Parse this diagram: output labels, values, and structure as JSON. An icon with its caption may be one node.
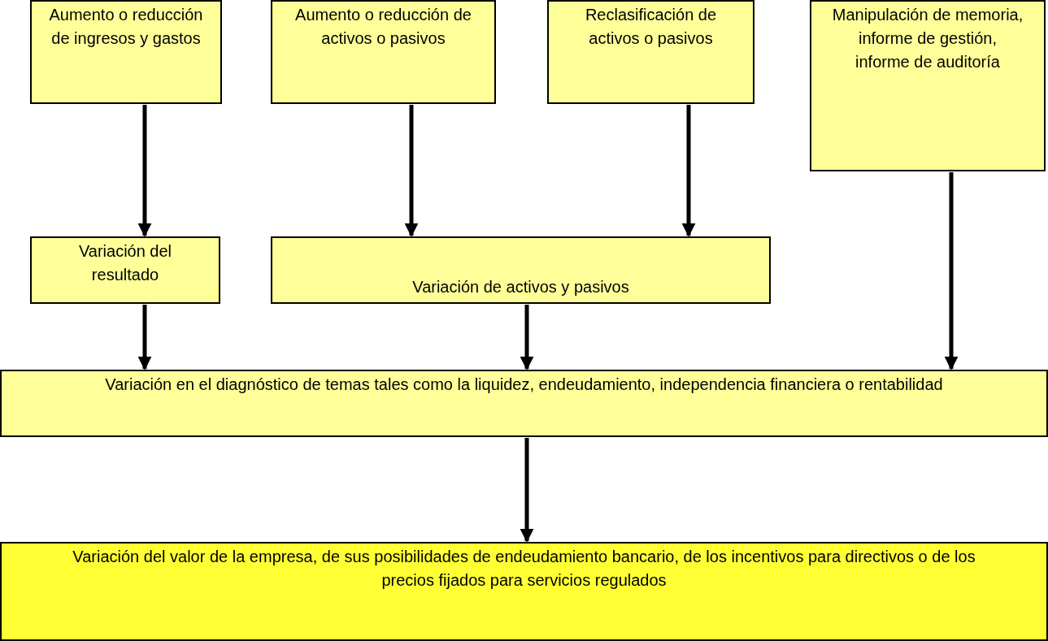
{
  "diagram": {
    "nodes": [
      {
        "text": [
          "Aumento o reducción de ingresos y gastos"
        ]
      },
      {
        "text": [
          "Aumento o reducción de activos o pasivos"
        ]
      },
      {
        "text": [
          "Reclasificación de activos o pasivos"
        ]
      },
      {
        "text": [
          "Manipulación de memoria, informe de gestión, informe de auditoría"
        ]
      },
      {
        "text": [
          "Variación del resultado"
        ]
      },
      {
        "text": [
          "Variación de activos y pasivos"
        ]
      },
      {
        "text": [
          "Variación en el diagnóstico de temas tales como la liquidez, endeudamiento, independencia financiera o rentabilidad"
        ]
      },
      {
        "text": [
          "Variación del valor de la empresa, de sus posibilidades de endeudamiento bancario, de los incentivos para directivos o de los precios fijados para servicios regulados"
        ]
      }
    ],
    "edges": [
      {
        "from": 0,
        "to": 4,
        "arrow": "to"
      },
      {
        "from": 1,
        "to": 5,
        "arrow": "to"
      },
      {
        "from": 2,
        "to": 5,
        "arrow": "to"
      },
      {
        "from": 3,
        "to": 6,
        "arrow": "to"
      },
      {
        "from": 4,
        "to": 6,
        "arrow": "to"
      },
      {
        "from": 5,
        "to": 6,
        "arrow": "to"
      },
      {
        "from": 6,
        "to": 7,
        "arrow": "to"
      }
    ]
  }
}
